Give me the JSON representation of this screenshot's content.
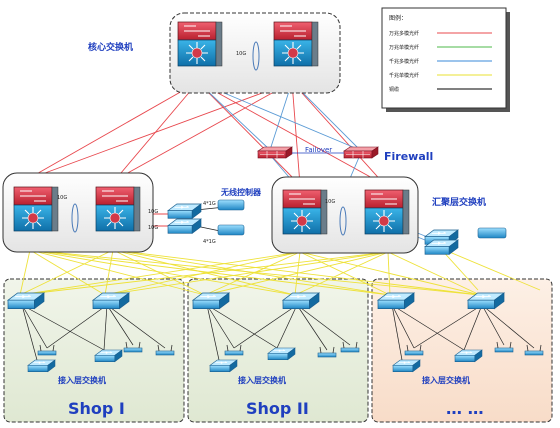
{
  "core": {
    "title": "核心交换机",
    "link_label": "10G"
  },
  "aggregation": {
    "title": "汇聚层交换机",
    "link_label": "10G",
    "left_label": "10G"
  },
  "wireless": {
    "title": "无线控制器",
    "label_top": "4*1G",
    "label_bottom": "4*1G",
    "label_left1": "10G",
    "label_left2": "10G"
  },
  "firewall": {
    "title": "Firewall",
    "failover": "Failover"
  },
  "legend": {
    "title": "图例：",
    "items": [
      {
        "label": "万兆多模光纤",
        "color": "#e8484e"
      },
      {
        "label": "万兆单模光纤",
        "color": "#4cb848"
      },
      {
        "label": "千兆多模光纤",
        "color": "#3a8ad8"
      },
      {
        "label": "千兆单模光纤",
        "color": "#e8e030"
      },
      {
        "label": "铜缆",
        "color": "#000000"
      }
    ]
  },
  "zones": [
    {
      "title": "Shop I",
      "caption": "接入层交换机",
      "color": "#e6eedd"
    },
    {
      "title": "Shop II",
      "caption": "接入层交换机",
      "color": "#e6eedd"
    },
    {
      "title": "… …",
      "caption": "接入层交换机",
      "color": "#fae4d6"
    }
  ],
  "colors": {
    "red": "#e8484e",
    "blue": "#5b9bd5",
    "yellow": "#eee23a",
    "black": "#222222",
    "title_blue": "#1f3fbf",
    "switch_red": "#d23a48",
    "switch_blue": "#1f8fc6"
  }
}
